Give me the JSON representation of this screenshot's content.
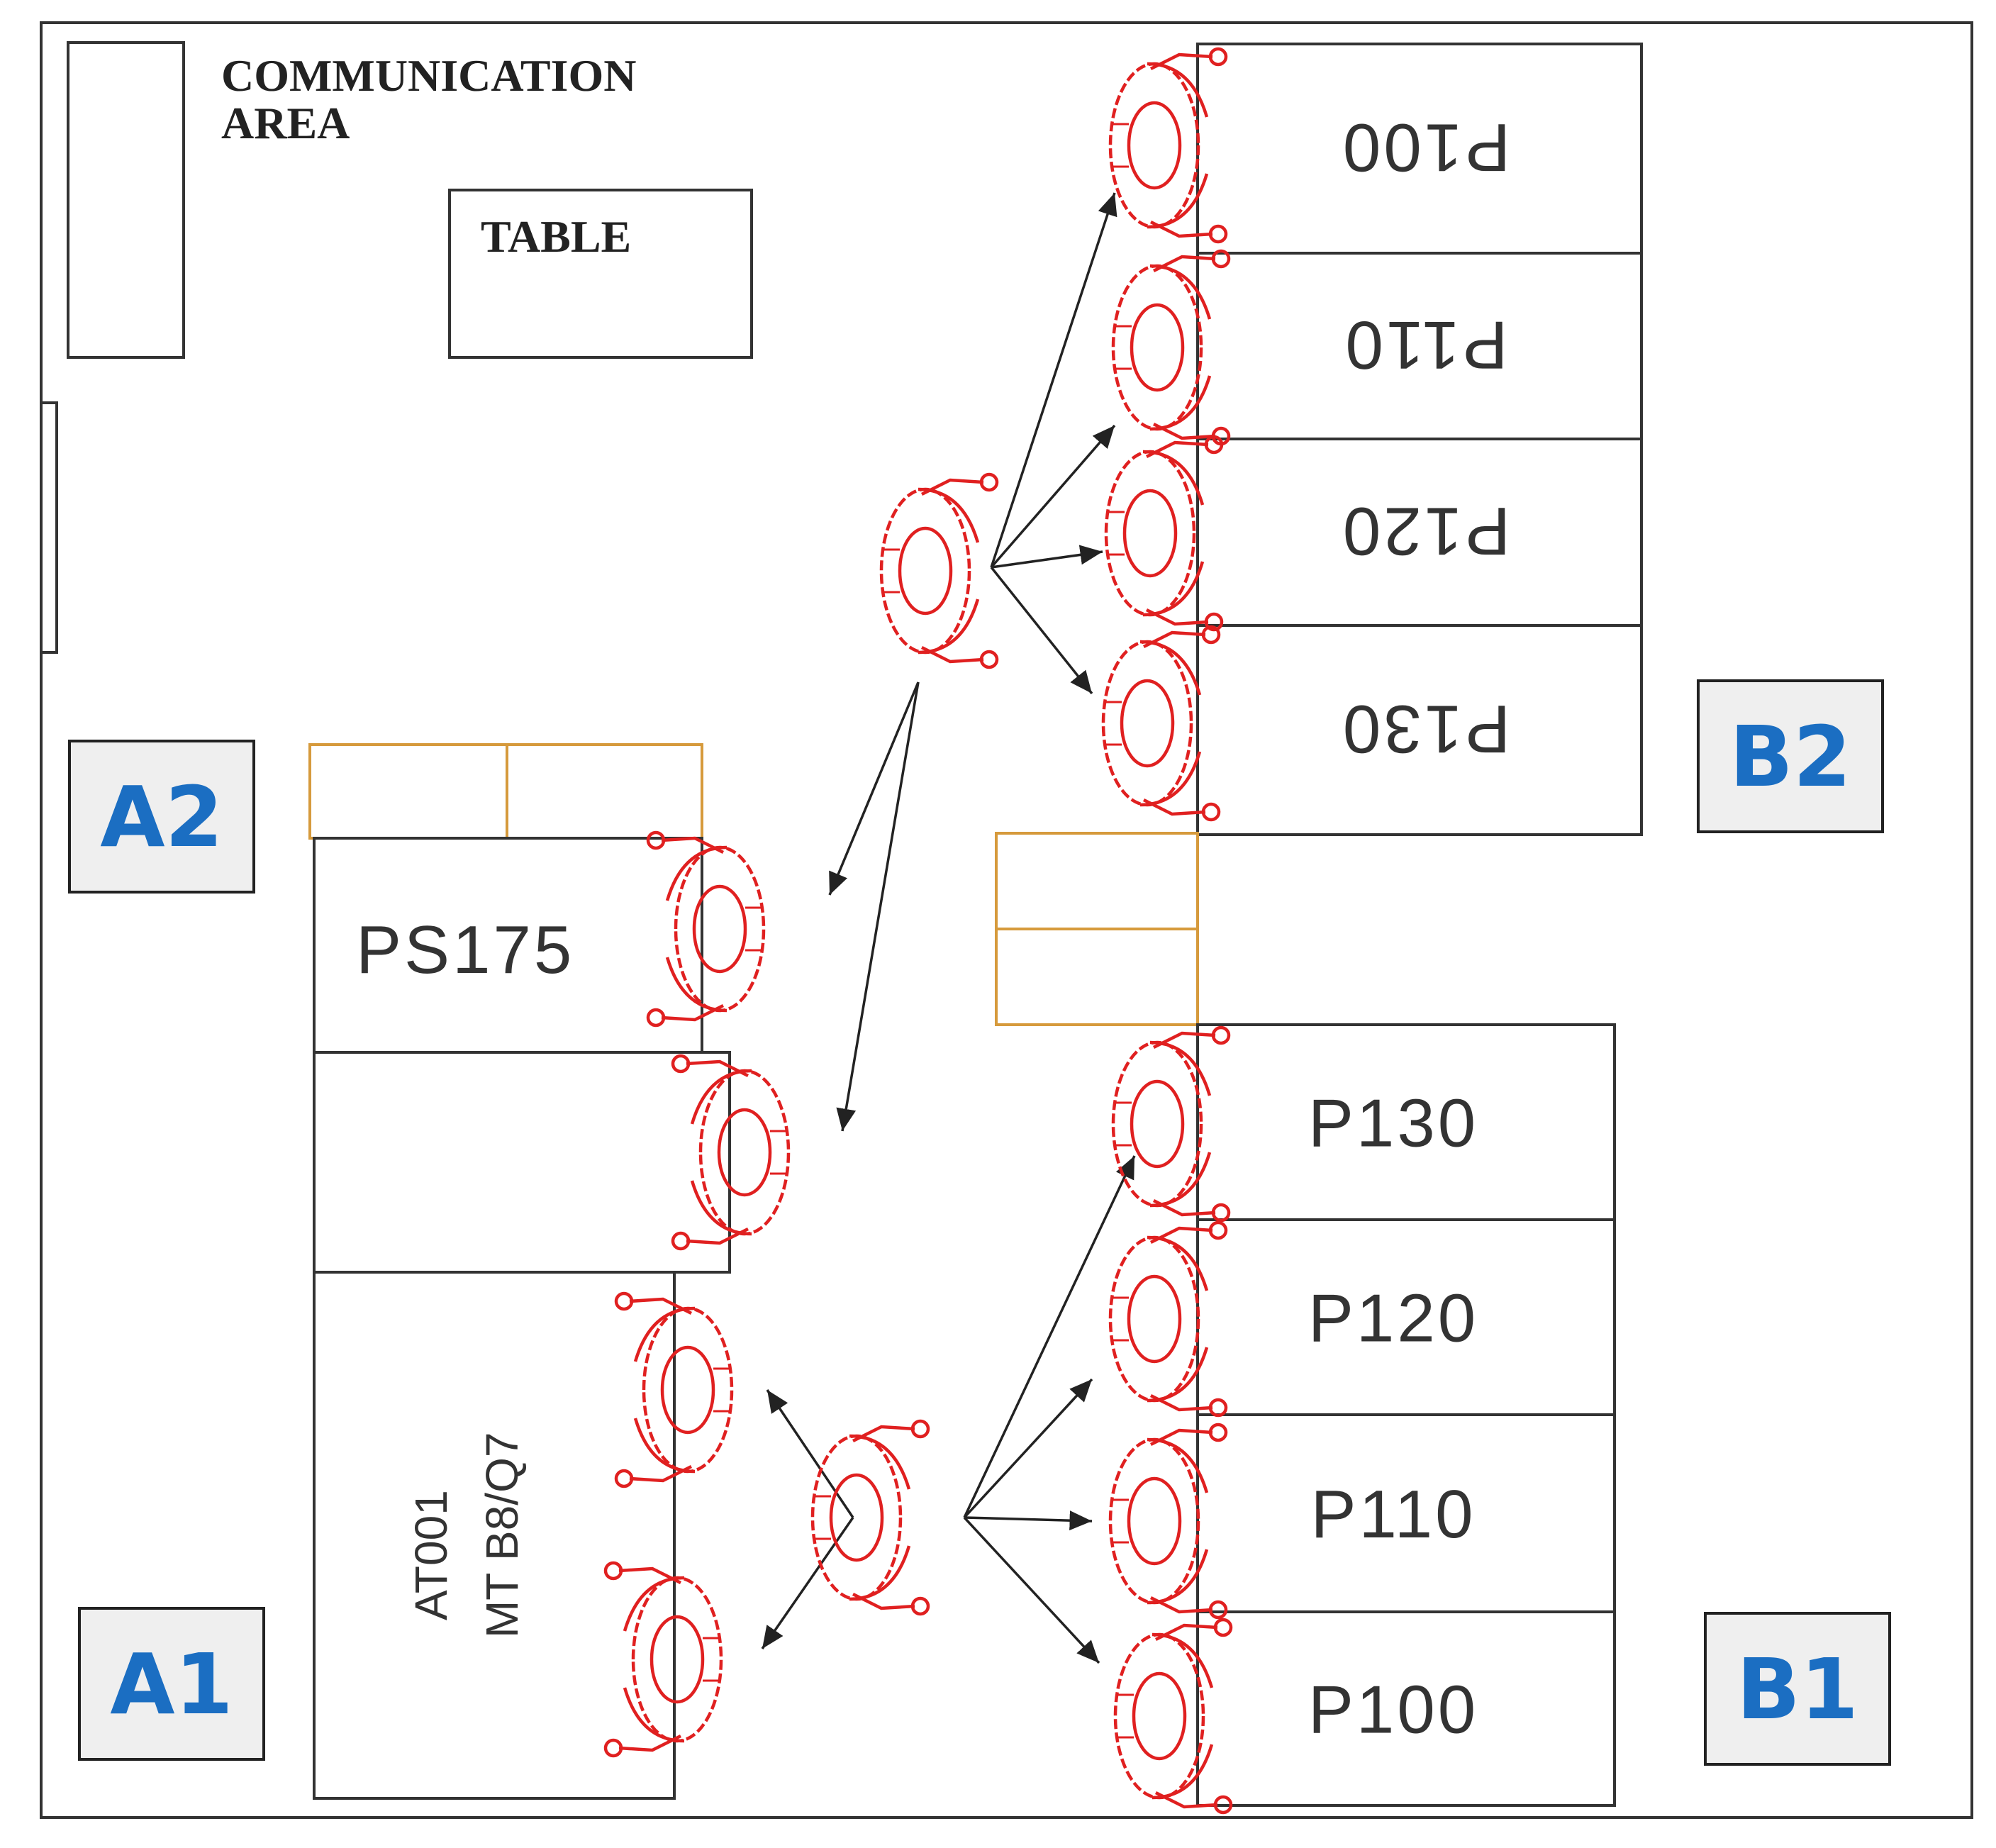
{
  "labels": {
    "communication_area_line1": "COMMUNICATION",
    "communication_area_line2": "AREA",
    "table": "TABLE",
    "ps175": "PS175",
    "at001_line1": "AT001",
    "at001_line2": "MT B8/Q7"
  },
  "zones": {
    "a1": "A1",
    "a2": "A2",
    "b1": "B1",
    "b2": "B2"
  },
  "stations_b2": [
    "P100",
    "P110",
    "P120",
    "P130"
  ],
  "stations_b1": [
    "P130",
    "P120",
    "P110",
    "P100"
  ],
  "colors": {
    "operator": "#e02020",
    "zone_text": "#1b6ec2",
    "cart_outline": "#d69a3c",
    "wall": "#333333"
  },
  "icons": {
    "operator": "worker-top-view-icon",
    "flow": "arrow-icon"
  }
}
